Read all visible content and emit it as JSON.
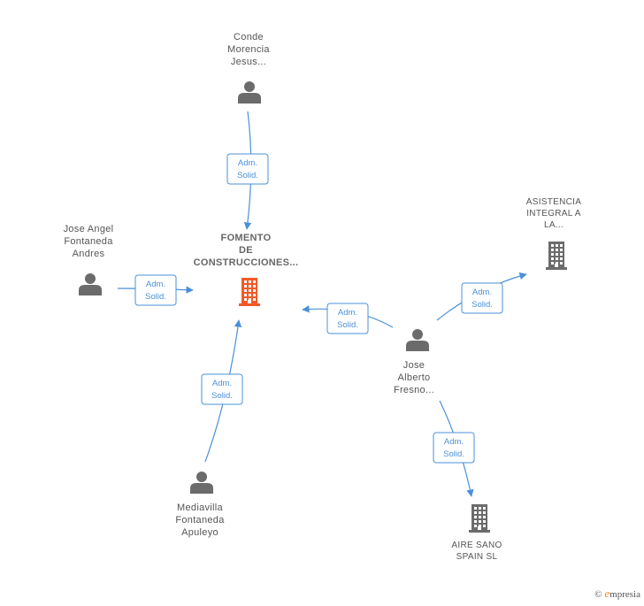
{
  "colors": {
    "edge": "#4a90d9",
    "edge_label_border": "#4a90d9",
    "edge_label_text": "#4a90d9",
    "person_icon": "#6b6b6b",
    "company_icon": "#6b6b6b",
    "main_company_icon": "#f05a28"
  },
  "nodes": {
    "main": {
      "lines": [
        "FOMENTO",
        "DE",
        "CONSTRUCCIONES..."
      ],
      "icon": "building-icon"
    },
    "conde": {
      "lines": [
        "Conde",
        "Morencia",
        "Jesus..."
      ],
      "icon": "person-icon"
    },
    "joseangel": {
      "lines": [
        "Jose Angel",
        "Fontaneda",
        "Andres"
      ],
      "icon": "person-icon"
    },
    "mediavilla": {
      "lines": [
        "Mediavilla",
        "Fontaneda",
        "Apuleyo"
      ],
      "icon": "person-icon"
    },
    "josealberto": {
      "lines": [
        "Jose",
        "Alberto",
        "Fresno..."
      ],
      "icon": "person-icon"
    },
    "asistencia": {
      "lines": [
        "ASISTENCIA",
        "INTEGRAL A",
        "LA..."
      ],
      "icon": "building-icon"
    },
    "airesano": {
      "lines": [
        "AIRE SANO",
        "SPAIN SL"
      ],
      "icon": "building-icon"
    }
  },
  "edges": [
    {
      "from": "conde",
      "to": "main",
      "label": [
        "Adm.",
        "Solid."
      ]
    },
    {
      "from": "joseangel",
      "to": "main",
      "label": [
        "Adm.",
        "Solid."
      ]
    },
    {
      "from": "mediavilla",
      "to": "main",
      "label": [
        "Adm.",
        "Solid."
      ]
    },
    {
      "from": "josealberto",
      "to": "main",
      "label": [
        "Adm.",
        "Solid."
      ]
    },
    {
      "from": "josealberto",
      "to": "asistencia",
      "label": [
        "Adm.",
        "Solid."
      ]
    },
    {
      "from": "josealberto",
      "to": "airesano",
      "label": [
        "Adm.",
        "Solid."
      ]
    }
  ],
  "watermark": {
    "copyright": "©",
    "brand_initial": "e",
    "brand_rest": "mpresia"
  }
}
